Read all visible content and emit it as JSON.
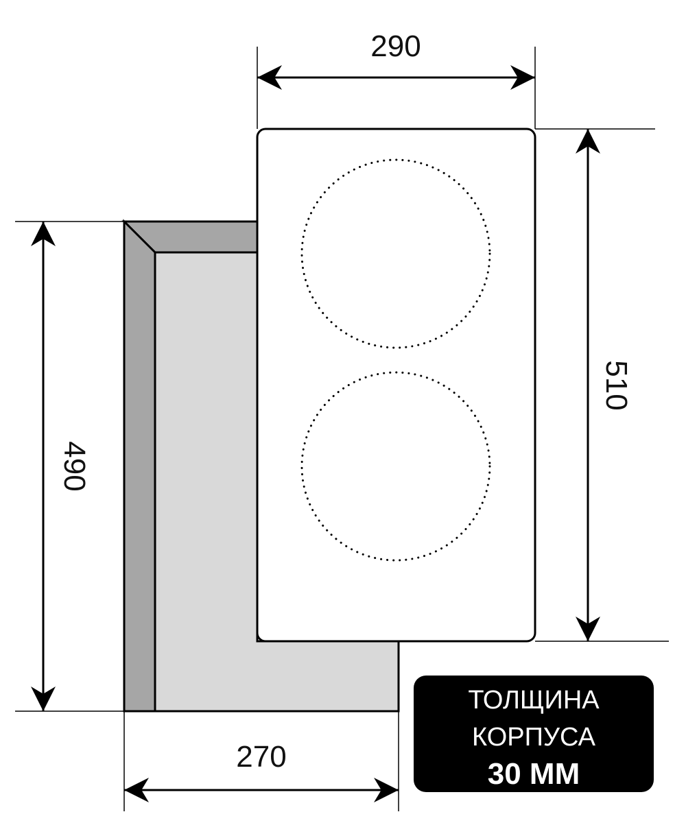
{
  "dimensions": {
    "top_width": "290",
    "right_height": "510",
    "left_height": "490",
    "bottom_width": "270"
  },
  "badge": {
    "line1": "ТОЛЩИНА",
    "line2": "КОРПУСА",
    "line3": "30 ММ"
  },
  "colors": {
    "cutout_face": "#d9d9d9",
    "cutout_edge": "#a6a6a6",
    "hob_fill": "#ffffff",
    "badge_bg": "#000000"
  },
  "burners": [
    "cooking-zone-top",
    "cooking-zone-bottom"
  ]
}
